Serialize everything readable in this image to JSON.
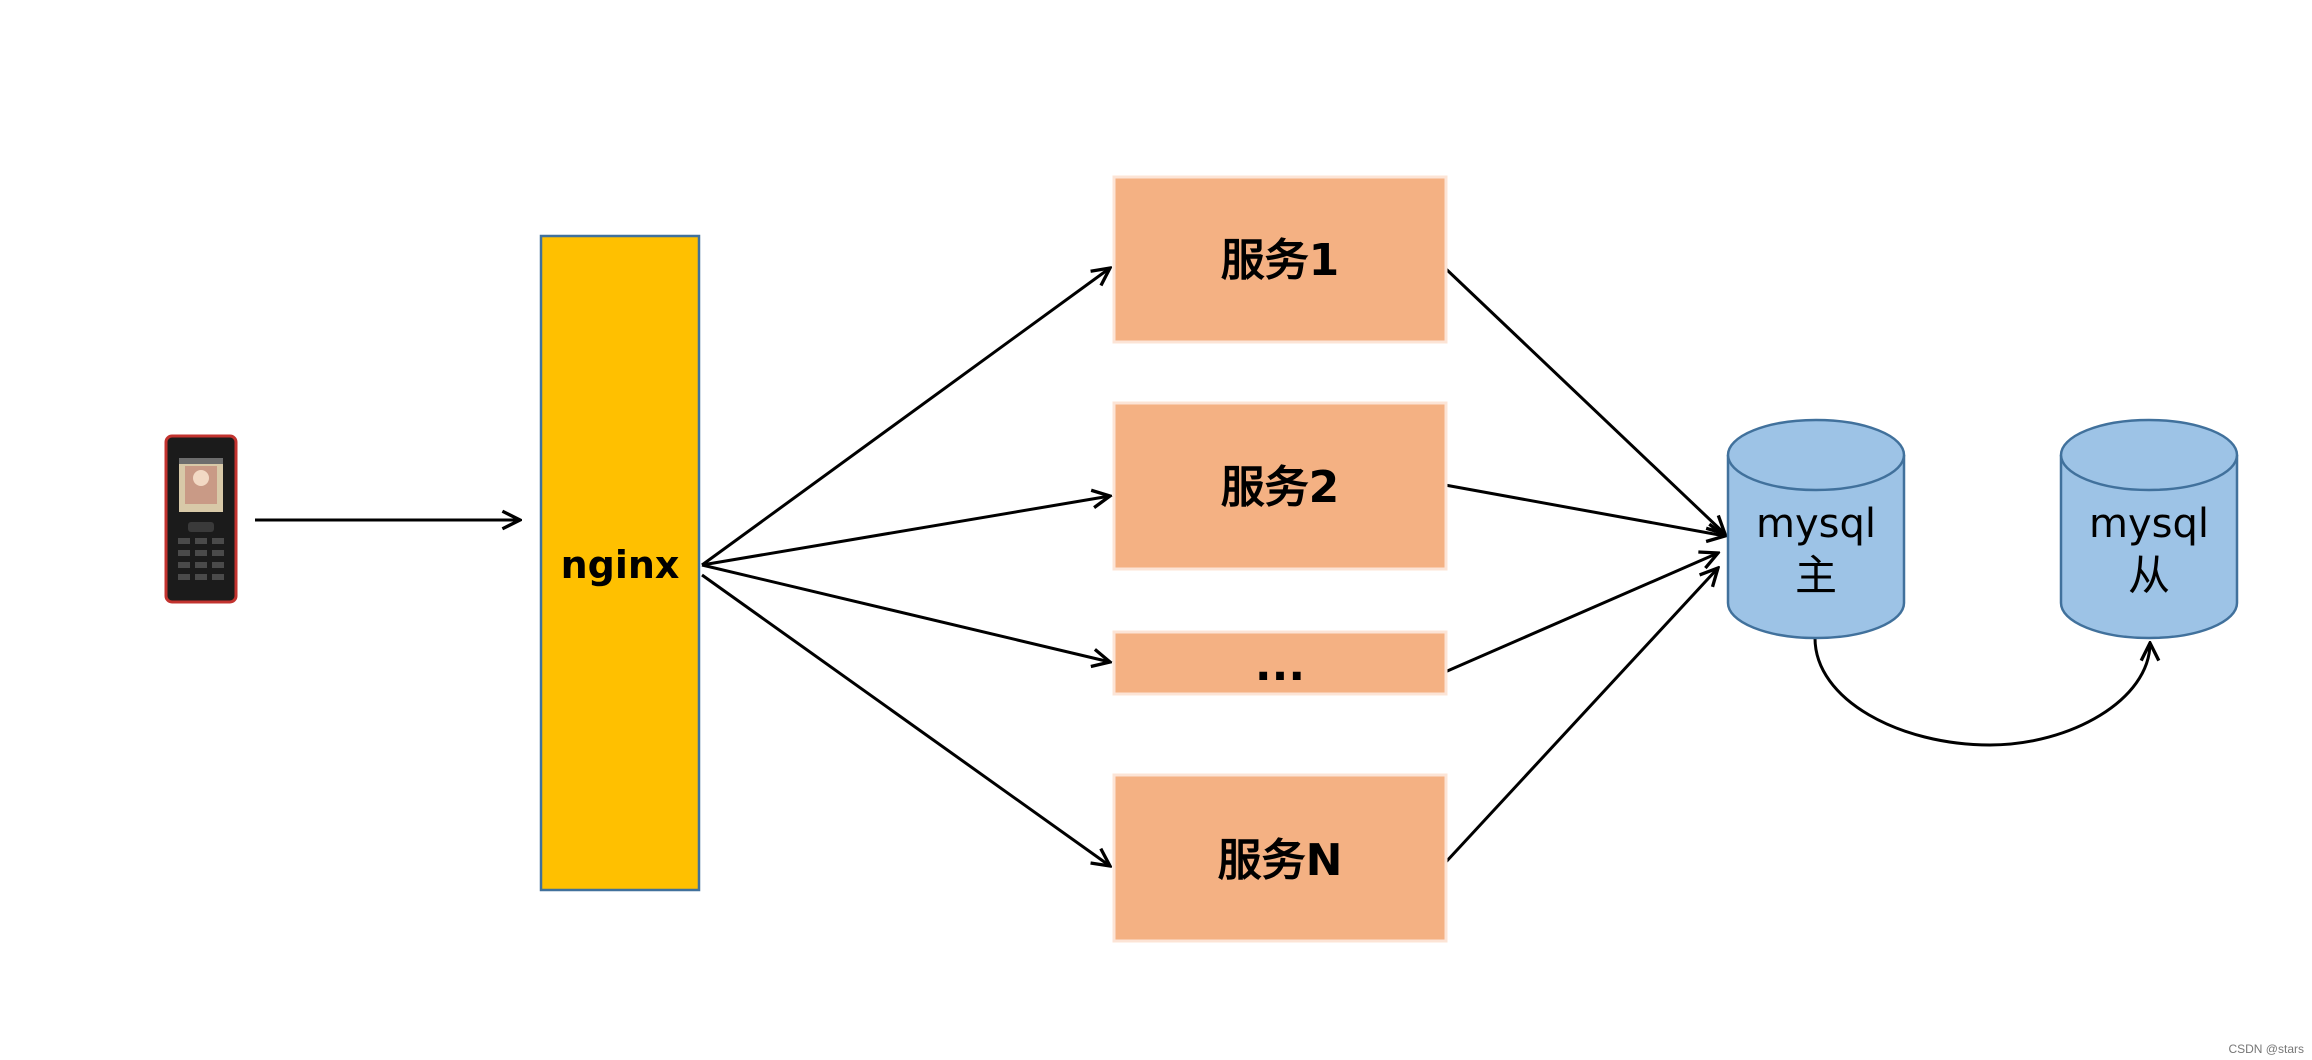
{
  "diagram": {
    "nodes": {
      "client": {
        "kind": "mobile-phone"
      },
      "proxy": {
        "label": "nginx",
        "color": "#FFC000",
        "border": "#41719C"
      },
      "services": [
        {
          "label": "服务1"
        },
        {
          "label": "服务2"
        },
        {
          "label": "..."
        },
        {
          "label": "服务N"
        }
      ],
      "service_color": "#F4B183",
      "db_master": {
        "line1": "mysql",
        "line2": "主"
      },
      "db_slave": {
        "line1": "mysql",
        "line2": "从"
      },
      "db_color": "#9DC3E6",
      "db_border": "#41719C"
    },
    "edges": [
      {
        "from": "client",
        "to": "proxy"
      },
      {
        "from": "proxy",
        "to": "service-1"
      },
      {
        "from": "proxy",
        "to": "service-2"
      },
      {
        "from": "proxy",
        "to": "service-ellipsis"
      },
      {
        "from": "proxy",
        "to": "service-n"
      },
      {
        "from": "service-1",
        "to": "db-master"
      },
      {
        "from": "service-2",
        "to": "db-master"
      },
      {
        "from": "service-ellipsis",
        "to": "db-master"
      },
      {
        "from": "service-n",
        "to": "db-master"
      },
      {
        "from": "db-master",
        "to": "db-slave"
      }
    ]
  },
  "watermark": "CSDN @stars"
}
